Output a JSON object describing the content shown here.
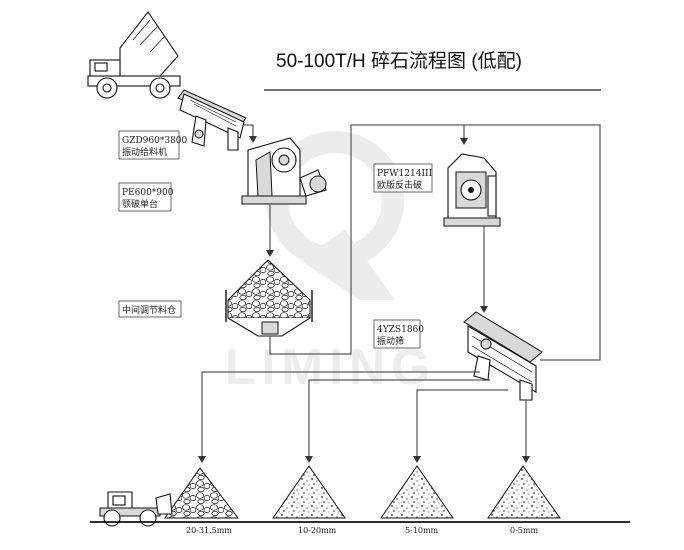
{
  "title": "50-100T/H 碎石流程图 (低配)",
  "watermark": "LIMING",
  "equipment": [
    {
      "id": "feeder",
      "model": "GZD960*3800",
      "name": "振动给料机"
    },
    {
      "id": "jaw",
      "model": "PE600*900",
      "name": "颚破单台"
    },
    {
      "id": "bin",
      "name": "中间调节料仓"
    },
    {
      "id": "impact",
      "model": "PFW1214III",
      "name": "欧版反击破"
    },
    {
      "id": "screen",
      "model": "4YZS1860",
      "name": "振动筛"
    }
  ],
  "products": [
    "20-31.5mm",
    "10-20mm",
    "5-10mm",
    "0-5mm"
  ],
  "colors": {
    "line": "#333333",
    "watermark": "#ececec"
  }
}
